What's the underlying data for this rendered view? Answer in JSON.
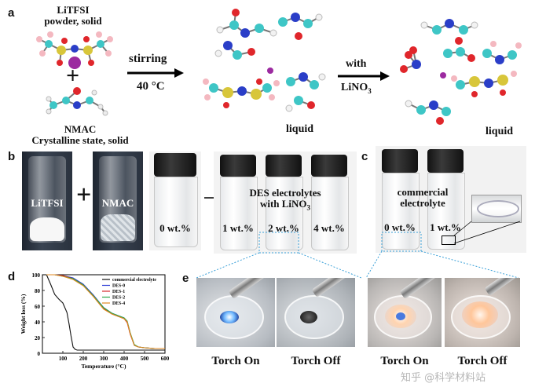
{
  "panels": {
    "a": {
      "letter": "a",
      "salt_label_line1": "LiTFSI",
      "salt_label_line2": "powder, solid",
      "plus": "+",
      "solvent_label_line1": "NMAC",
      "solvent_label_line2": "Crystalline state, solid",
      "arrow1_top": "stirring",
      "arrow1_bottom": "40 °C",
      "liquid1": "liquid",
      "arrow2_top": "with",
      "arrow2_bottom_main": "LiNO",
      "arrow2_bottom_sub": "3",
      "liquid2": "liquid"
    },
    "b": {
      "letter": "b",
      "vial1": "LiTFSI",
      "vial2": "NMAC",
      "plus": "+",
      "vial3": "0 wt.%",
      "des_title_line1": "DES electrolytes",
      "des_title_line2_main": "with LiNO",
      "des_title_line2_sub": "3",
      "des_1": "1 wt.%",
      "des_2": "2 wt.%",
      "des_4": "4 wt.%"
    },
    "c": {
      "letter": "c",
      "title_line1": "commercial",
      "title_line2": "electrolyte",
      "v0": "0 wt.%",
      "v1": "1 wt.%"
    },
    "d": {
      "letter": "d"
    },
    "e": {
      "letter": "e",
      "l1": "Torch On",
      "l2": "Torch Off",
      "l3": "Torch On",
      "l4": "Torch Off",
      "watermark": "知乎 @科学材料站"
    }
  },
  "colors": {
    "carbon": "#3ec6c6",
    "hydrogen": "#f2f2f2",
    "oxygen": "#e0262b",
    "nitrogen": "#2a3ec8",
    "sulfur": "#d8c63a",
    "fluorine": "#f4b8c0",
    "lithium": "#9c2aa0",
    "callout": "#3aa0d8"
  },
  "chart_data": {
    "type": "line",
    "title": "",
    "xlabel": "Temperature (°C)",
    "ylabel": "Weight loss (%)",
    "xlim": [
      0,
      600
    ],
    "ylim": [
      0,
      100
    ],
    "xticks": [
      100,
      200,
      300,
      400,
      500,
      600
    ],
    "yticks": [
      0,
      20,
      40,
      60,
      80,
      100
    ],
    "legend_position": "top-right",
    "grid": false,
    "series": [
      {
        "name": "commercial electrolyte",
        "color": "#111111",
        "x": [
          20,
          40,
          60,
          80,
          100,
          120,
          130,
          140,
          150,
          160,
          170,
          200,
          300,
          400,
          500,
          600
        ],
        "y": [
          100,
          88,
          75,
          69,
          64,
          52,
          38,
          22,
          8,
          5,
          4,
          4,
          4,
          4,
          4,
          4
        ]
      },
      {
        "name": "DES-0",
        "color": "#2b3bd6",
        "x": [
          20,
          60,
          100,
          150,
          200,
          250,
          300,
          340,
          380,
          400,
          415,
          430,
          450,
          470,
          500,
          550,
          600
        ],
        "y": [
          100,
          100,
          99,
          96,
          88,
          74,
          58,
          51,
          47,
          45,
          40,
          25,
          10,
          8,
          7,
          6,
          6
        ]
      },
      {
        "name": "DES-1",
        "color": "#d42a2a",
        "x": [
          20,
          60,
          100,
          150,
          200,
          250,
          300,
          340,
          380,
          400,
          415,
          430,
          450,
          470,
          500,
          550,
          600
        ],
        "y": [
          100,
          100,
          99,
          95,
          87,
          73,
          57,
          50,
          46,
          44,
          39,
          24,
          10,
          8,
          7,
          6,
          6
        ]
      },
      {
        "name": "DES-2",
        "color": "#2aa84a",
        "x": [
          20,
          60,
          100,
          150,
          200,
          250,
          300,
          340,
          380,
          400,
          415,
          430,
          450,
          470,
          500,
          550,
          600
        ],
        "y": [
          100,
          100,
          98,
          95,
          87,
          73,
          58,
          51,
          47,
          45,
          41,
          26,
          11,
          8,
          7,
          6,
          6
        ]
      },
      {
        "name": "DES-4",
        "color": "#e08a20",
        "x": [
          20,
          60,
          100,
          150,
          200,
          250,
          300,
          340,
          380,
          400,
          415,
          430,
          450,
          470,
          500,
          550,
          600
        ],
        "y": [
          100,
          100,
          98,
          94,
          86,
          72,
          56,
          50,
          46,
          44,
          40,
          25,
          10,
          8,
          7,
          6,
          6
        ]
      }
    ]
  }
}
